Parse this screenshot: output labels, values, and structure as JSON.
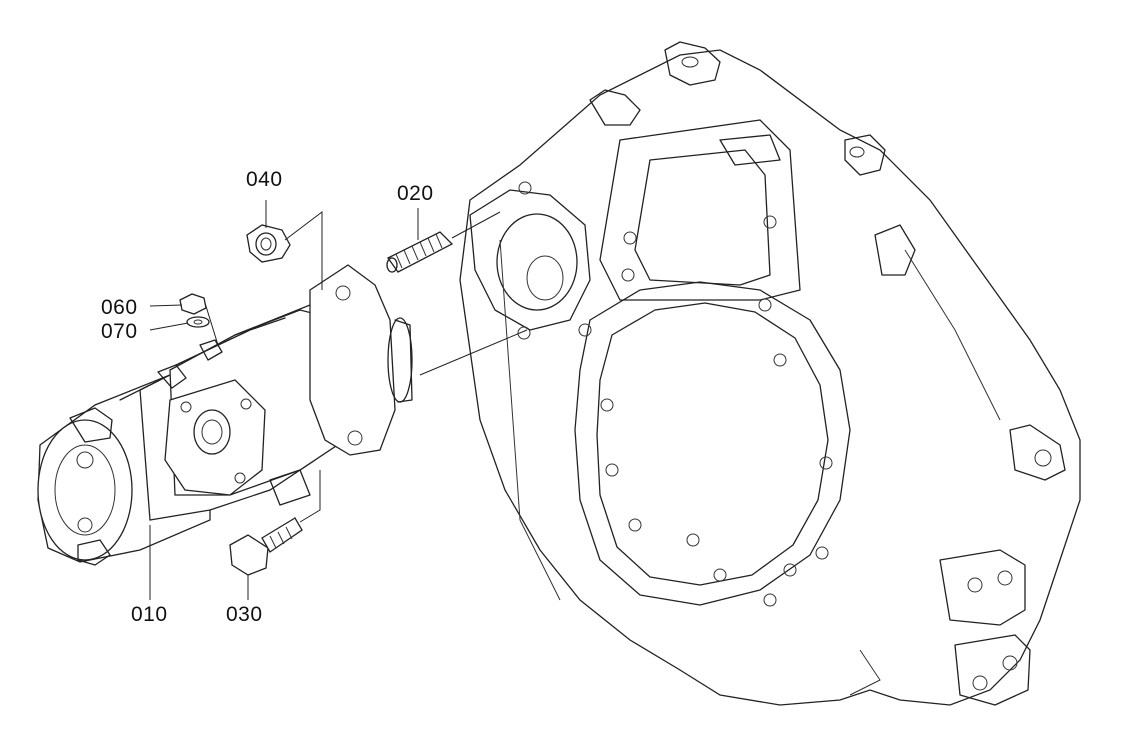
{
  "labels": {
    "p010": "010",
    "p020": "020",
    "p030": "030",
    "p040": "040",
    "p060": "060",
    "p070": "070"
  },
  "colors": {
    "line": "#222222",
    "background": "#ffffff"
  }
}
